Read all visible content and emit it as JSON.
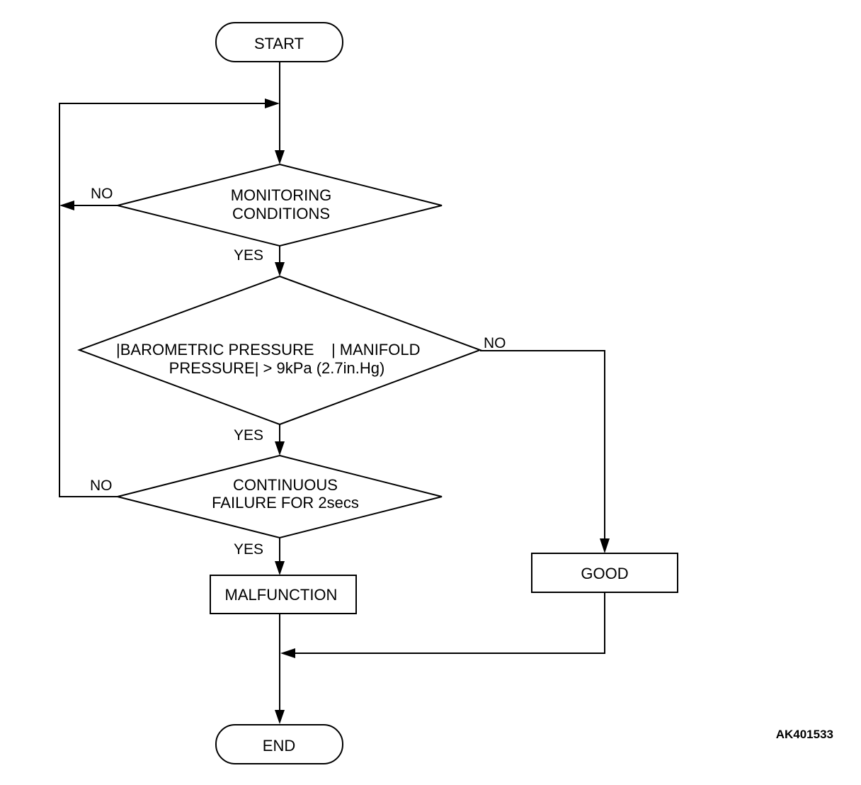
{
  "nodes": {
    "start": "START",
    "monitoring": [
      "MONITORING",
      "CONDITIONS"
    ],
    "pressure": [
      "|BAROMETRIC PRESSURE    | MANIFOLD",
      "PRESSURE| > 9kPa (2.7in.Hg)"
    ],
    "continuous": [
      "CONTINUOUS",
      "FAILURE FOR 2secs"
    ],
    "malfunction": "MALFUNCTION",
    "good": "GOOD",
    "end": "END"
  },
  "edge_labels": {
    "monitoring_no": "NO",
    "monitoring_yes": "YES",
    "pressure_no": "NO",
    "pressure_yes": "YES",
    "continuous_no": "NO",
    "continuous_yes": "YES"
  },
  "reference_code": "AK401533"
}
